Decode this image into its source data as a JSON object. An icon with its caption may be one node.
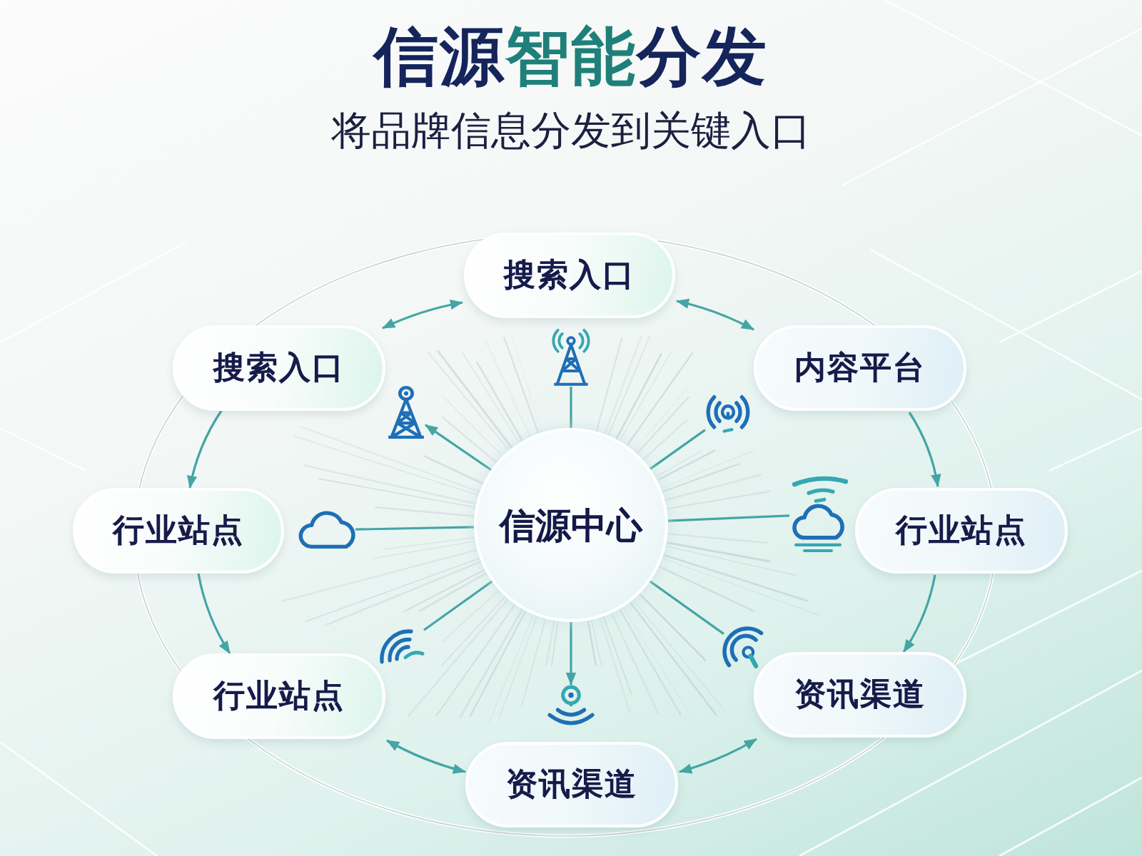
{
  "diagram": {
    "title": "信源**智能**分发",
    "labels": [
      "将品牌信息分发到关键入口"
    ],
    "nodes": [
      {
        "text": [
          "信源中心"
        ]
      },
      {
        "text": [
          "搜索入口"
        ]
      },
      {
        "text": [
          "内容平台"
        ]
      },
      {
        "text": [
          "行业站点"
        ]
      },
      {
        "text": [
          "资讯渠道"
        ]
      },
      {
        "text": [
          "资讯渠道"
        ]
      },
      {
        "text": [
          "行业站点"
        ]
      },
      {
        "text": [
          "行业站点"
        ]
      },
      {
        "text": [
          "搜索入口"
        ]
      },
      {
        "text": [],
        "shape": "picture"
      },
      {
        "text": [],
        "shape": "picture"
      },
      {
        "text": [],
        "shape": "cloud"
      },
      {
        "text": [],
        "shape": "picture"
      },
      {
        "text": [],
        "shape": "picture"
      },
      {
        "text": [],
        "shape": "picture"
      },
      {
        "text": [],
        "shape": "cloud"
      },
      {
        "text": [],
        "shape": "picture"
      }
    ],
    "edges": [
      {
        "from": 8,
        "to": 1,
        "arrow": "both"
      },
      {
        "from": 1,
        "to": 2,
        "arrow": "both"
      },
      {
        "from": 2,
        "to": 3,
        "arrow": "to"
      },
      {
        "from": 3,
        "to": 4,
        "arrow": "to"
      },
      {
        "from": 4,
        "to": 5,
        "arrow": "both"
      },
      {
        "from": 5,
        "to": 6,
        "arrow": "both"
      },
      {
        "from": 7,
        "to": 6,
        "arrow": "to"
      },
      {
        "from": 8,
        "to": 7,
        "arrow": "to"
      },
      {
        "from": 0,
        "to": 9,
        "arrow": "none"
      },
      {
        "from": 0,
        "to": 10,
        "arrow": "none"
      },
      {
        "from": 0,
        "to": 11,
        "arrow": "none"
      },
      {
        "from": 0,
        "to": 12,
        "arrow": "none"
      },
      {
        "from": 0,
        "to": 13,
        "arrow": "to"
      },
      {
        "from": 0,
        "to": 14,
        "arrow": "none"
      },
      {
        "from": 0,
        "to": 15,
        "arrow": "none"
      },
      {
        "from": 0,
        "to": 16,
        "arrow": "to"
      }
    ]
  }
}
